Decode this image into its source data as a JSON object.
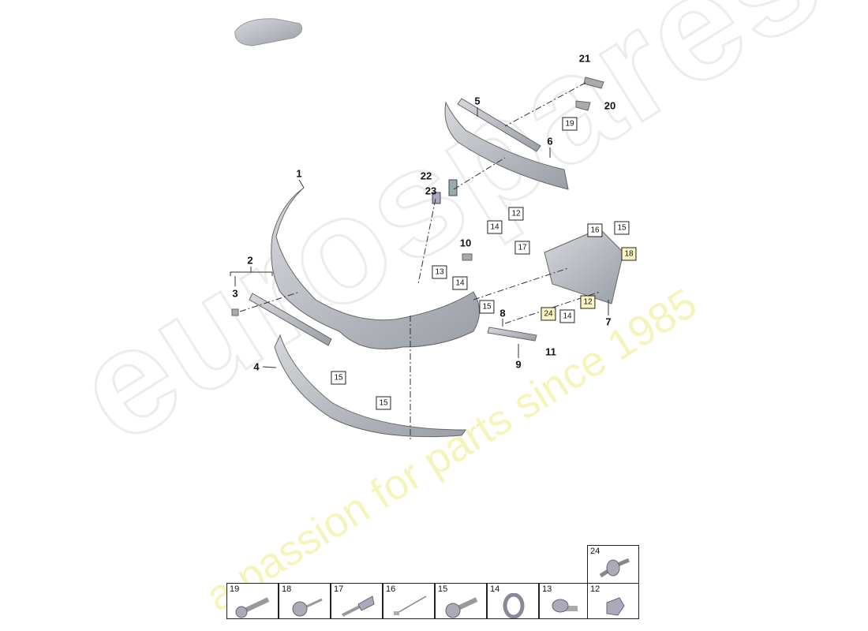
{
  "watermark": {
    "brand": "eurospares",
    "tagline": "a passion for parts since 1985"
  },
  "callouts": [
    {
      "text": "21",
      "boxed": false
    },
    {
      "text": "5",
      "boxed": false
    },
    {
      "text": "20",
      "boxed": false
    },
    {
      "text": "19",
      "boxed": true
    },
    {
      "text": "6",
      "boxed": false
    },
    {
      "text": "1",
      "boxed": false
    },
    {
      "text": "22",
      "boxed": false
    },
    {
      "text": "23",
      "boxed": false
    },
    {
      "text": "12",
      "boxed": true
    },
    {
      "text": "14",
      "boxed": true
    },
    {
      "text": "16",
      "boxed": true
    },
    {
      "text": "15",
      "boxed": true
    },
    {
      "text": "10",
      "boxed": false
    },
    {
      "text": "17",
      "boxed": true
    },
    {
      "text": "18",
      "boxed": true
    },
    {
      "text": "2",
      "boxed": false
    },
    {
      "text": "13",
      "boxed": true
    },
    {
      "text": "14",
      "boxed": true
    },
    {
      "text": "3",
      "boxed": false
    },
    {
      "text": "15",
      "boxed": true
    },
    {
      "text": "12",
      "boxed": true
    },
    {
      "text": "24",
      "boxed": true
    },
    {
      "text": "14",
      "boxed": true
    },
    {
      "text": "8",
      "boxed": false
    },
    {
      "text": "7",
      "boxed": false
    },
    {
      "text": "11",
      "boxed": false
    },
    {
      "text": "9",
      "boxed": false
    },
    {
      "text": "4",
      "boxed": false
    },
    {
      "text": "15",
      "boxed": true
    },
    {
      "text": "15",
      "boxed": true
    }
  ],
  "legend": {
    "top_row": [
      {
        "number": "24",
        "part": "expanding-rivet"
      }
    ],
    "bottom_row": [
      {
        "number": "19",
        "part": "screw"
      },
      {
        "number": "18",
        "part": "clip-nut"
      },
      {
        "number": "17",
        "part": "expanding-rivet"
      },
      {
        "number": "16",
        "part": "cable-tie"
      },
      {
        "number": "15",
        "part": "flange-screw"
      },
      {
        "number": "14",
        "part": "nut-ring"
      },
      {
        "number": "13",
        "part": "mounting-clip"
      },
      {
        "number": "12",
        "part": "clip"
      }
    ]
  },
  "colors": {
    "part": "#b4b7bd",
    "outline": "#444",
    "highlight_box": "#fbf6c0"
  }
}
